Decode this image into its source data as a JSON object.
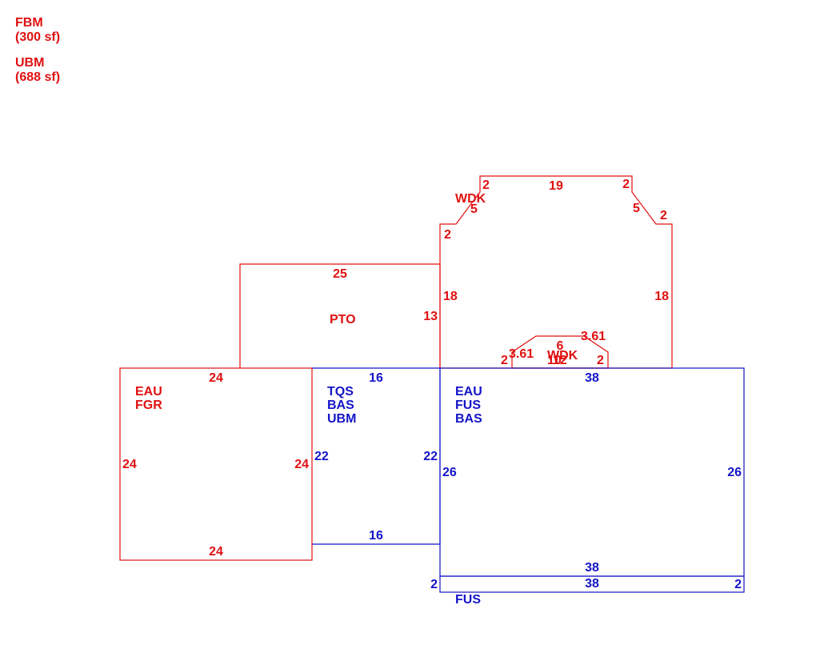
{
  "colors": {
    "red": "#e01010",
    "blue": "#1414c8"
  },
  "legend": [
    {
      "code": "FBM",
      "area": "(300 sf)"
    },
    {
      "code": "UBM",
      "area": "(688 sf)"
    }
  ],
  "areas": {
    "eau_fgr": [
      "EAU",
      "FGR"
    ],
    "pto": [
      "PTO"
    ],
    "tqs_bas_ubm": [
      "TQS",
      "BAS",
      "UBM"
    ],
    "eau_fus_bas": [
      "EAU",
      "FUS",
      "BAS"
    ],
    "fus_bottom": [
      "FUS"
    ],
    "wdk_upper": [
      "WDK"
    ],
    "wdk_lower": [
      "WDK"
    ]
  },
  "dims": {
    "fgr_top": "24",
    "fgr_left": "24",
    "fgr_right": "24",
    "fgr_bottom": "24",
    "pto_top": "25",
    "pto_right": "13",
    "tqs_top": "16",
    "tqs_left": "22",
    "tqs_right": "22",
    "tqs_bottom": "16",
    "main_top": "38",
    "main_left": "26",
    "main_right": "26",
    "main_bottom": "38",
    "fus_bottom": "38",
    "fus_left": "2",
    "fus_right": "2",
    "wdk_top": "19",
    "wdk_tl_v": "2",
    "wdk_tl_diag": "5",
    "wdk_tl_h": "2",
    "wdk_tr_h": "2",
    "wdk_tr_diag": "5",
    "wdk_tr_v": "2",
    "wdk_left": "18",
    "wdk_right": "18",
    "wdk2_top": "6",
    "wdk2_left_diag": "3.61",
    "wdk2_right_diag": "3.61",
    "wdk2_left": "2",
    "wdk2_right": "2",
    "wdk2_base_a": "10",
    "wdk2_base_b": "12"
  }
}
